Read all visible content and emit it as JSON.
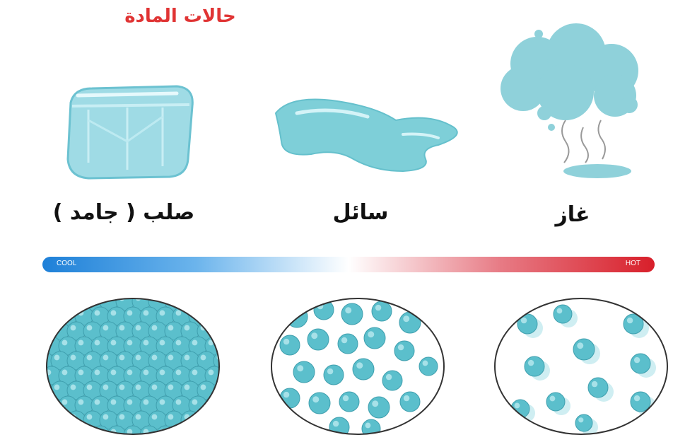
{
  "title": "حالات المادة",
  "states": {
    "solid": {
      "label": "صلب ( جامد )"
    },
    "liquid": {
      "label": "سائل"
    },
    "gas": {
      "label": "غاز"
    }
  },
  "temperature_bar": {
    "cool_label": "COOL",
    "hot_label": "HOT",
    "cool_color": "#1e80d8",
    "hot_color": "#d81f2a"
  },
  "colors": {
    "title": "#e03434",
    "water": "#7ecfd8",
    "particle": "#5bbfcc"
  }
}
